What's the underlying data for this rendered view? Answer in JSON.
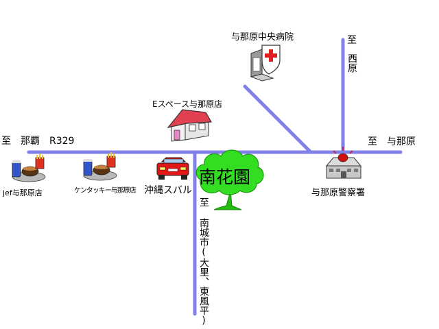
{
  "roads": {
    "to_naha": "至　那覇　R329",
    "to_yonabaru": "至　与那原",
    "to_nishihara_top": "至",
    "to_nishihara": "西原",
    "to_nanjo": "至 南城市(大里、東風平)"
  },
  "landmarks": {
    "hospital": "与那原中央病院",
    "espace": "Eスペース与那原店",
    "police": "与那原警察署",
    "jef": "jef与那原店",
    "kfc": "ケンタッキー与那原店",
    "subaru": "沖縄スバル",
    "nankaen": "南花園"
  },
  "icons": [
    "hospital-icon",
    "house-icon",
    "police-station-icon",
    "fast-food-icon",
    "fast-food-icon",
    "car-icon",
    "tree-icon"
  ],
  "colors": {
    "road": "#8080e8",
    "hospital_cross": "#e02020",
    "house_roof": "#e04050",
    "car_body": "#e01818",
    "tree": "#33dd22",
    "police_light": "#d01010"
  }
}
